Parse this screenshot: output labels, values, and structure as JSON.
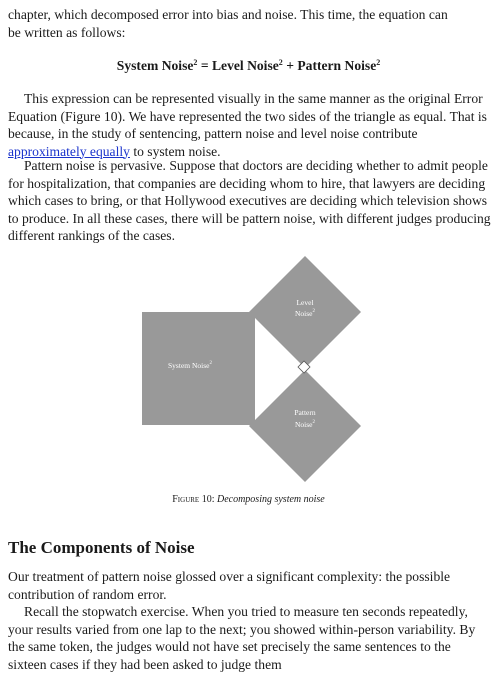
{
  "para_intro": {
    "line1": "chapter, which decomposed error into bias and noise. This time, the equation can",
    "line2": "be written as follows:"
  },
  "equation": {
    "part1": "System Noise",
    "part2": " = Level Noise",
    "part3": " + Pattern Noise",
    "exp": "2"
  },
  "para2": {
    "pre": "This expression can be represented visually in the same manner as the original Error Equation (Figure 10). We have represented the two sides of the triangle as equal. That is because, in the study of sentencing, pattern noise and level noise contribute ",
    "link": "approximately equally",
    "post": " to system noise."
  },
  "para3": "Pattern noise is pervasive. Suppose that doctors are deciding whether to admit people for hospitalization, that companies are deciding whom to hire, that lawyers are deciding which cases to bring, or that Hollywood executives are deciding which television shows to produce. In all these cases, there will be pattern noise, with different judges producing different rankings of the cases.",
  "figure": {
    "system_label": "System Noise",
    "level_label_1": "Level",
    "level_label_2": "Noise",
    "pattern_label_1": "Pattern",
    "pattern_label_2": "Noise",
    "exp": "2",
    "fill_color": "#999999"
  },
  "caption": {
    "label": "Figure 10:",
    "text": "Decomposing system noise"
  },
  "heading": "The Components of Noise",
  "para4": "Our treatment of pattern noise glossed over a significant complexity: the possible contribution of random error.",
  "para5": "Recall the stopwatch exercise. When you tried to measure ten seconds repeatedly, your results varied from one lap to the next; you showed within-person variability. By the same token, the judges would not have set precisely the same sentences to the sixteen cases if they had been asked to judge them"
}
